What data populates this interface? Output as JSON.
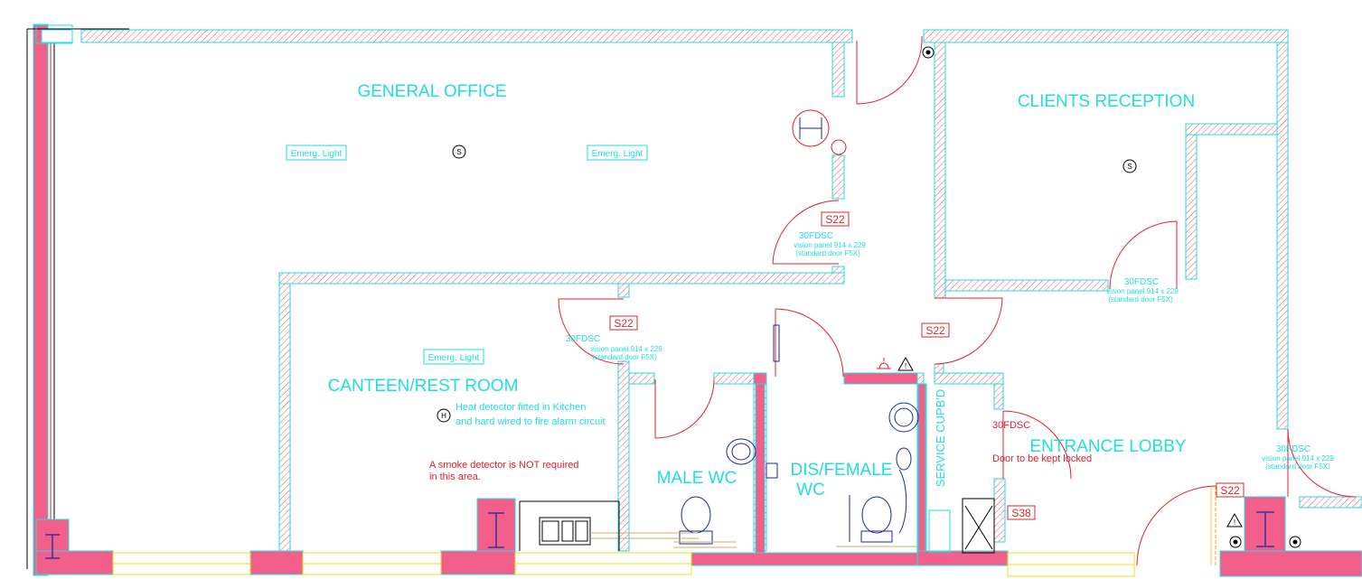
{
  "rooms": {
    "general_office": "GENERAL OFFICE",
    "clients_reception": "CLIENTS RECEPTION",
    "canteen": "CANTEEN/REST ROOM",
    "male_wc": "MALE WC",
    "dis_female_line1": "DIS/FEMALE",
    "dis_female_line2": "WC",
    "entrance_lobby": "ENTRANCE LOBBY",
    "service_cupbd": "SERVICE CUPB'D"
  },
  "emergency_lights": [
    "Emerg. Light",
    "Emerg. Light",
    "Emerg. Light"
  ],
  "tags": {
    "s22_office": "S22",
    "s22_canteen": "S22",
    "s22_lobby": "S22",
    "s22_entrance": "S22",
    "s38": "S38"
  },
  "door_notes": {
    "office": {
      "type": "30FDSC",
      "vision": "vision panel 914 x 229",
      "standard": "(standard door F5X)"
    },
    "canteen": {
      "type": "30FDSC",
      "vision": "vision panel 914 x 229",
      "standard": "(standard door F5X)"
    },
    "reception": {
      "type": "30FDSC",
      "vision": "vision panel 914 x 229",
      "standard": "(standard door F5X)"
    },
    "entrance": {
      "type": "30FDSC",
      "vision": "vision panel 914 x 229",
      "standard": "(standard door F5X)"
    },
    "lobby_type": "30FDSC",
    "lobby_locked": "Door to be kept locked"
  },
  "notes": {
    "heat_line1": "Heat detector fitted in Kitchen",
    "heat_line2": "and hard wired to fire alarm circuit",
    "smoke_line1": "A smoke detector is NOT required",
    "smoke_line2": "in this area."
  },
  "symbols": {
    "smoke_detector": "S",
    "heat_detector": "H",
    "warning": "!"
  },
  "colors": {
    "wall_outline": "#22dde0",
    "hatch": "#e05070",
    "column_fill": "#f25f8a",
    "door_arc": "#e0202a",
    "fixtures": "#1a2aa0",
    "glazing": "#e6e020",
    "red_text": "#e0202a"
  }
}
